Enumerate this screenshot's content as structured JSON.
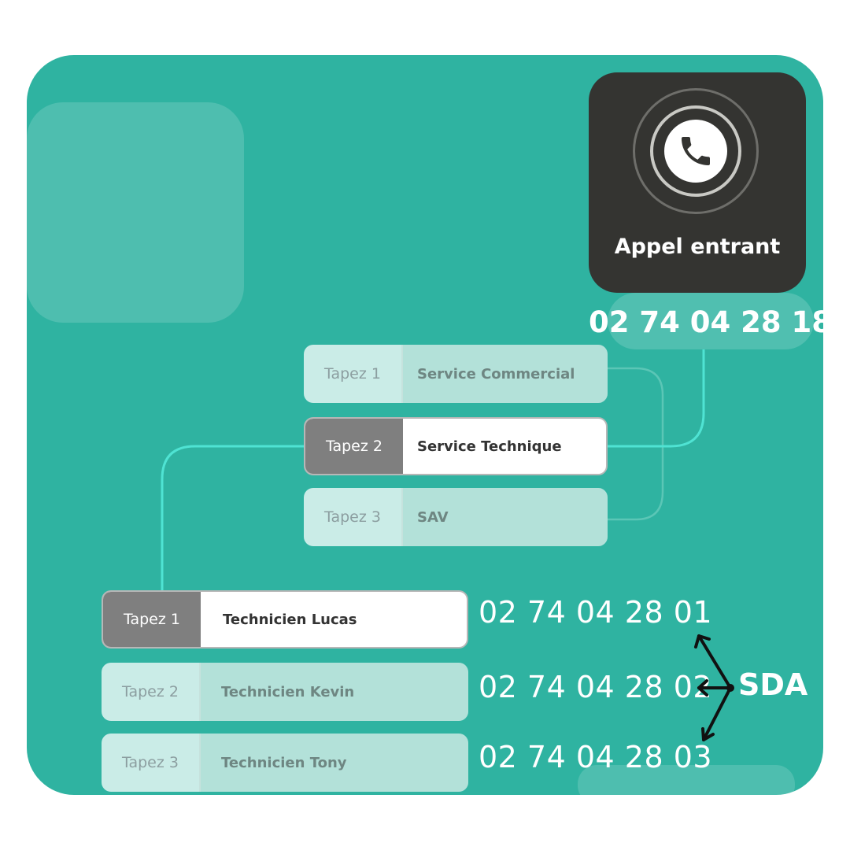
{
  "call": {
    "label": "Appel entrant",
    "icon": "phone-icon",
    "number": "02 74 04 28 18"
  },
  "menu_level1": [
    {
      "key": "Tapez 1",
      "label": "Service Commercial",
      "active": false
    },
    {
      "key": "Tapez 2",
      "label": "Service Technique",
      "active": true
    },
    {
      "key": "Tapez 3",
      "label": "SAV",
      "active": false
    }
  ],
  "menu_level2": [
    {
      "key": "Tapez 1",
      "label": "Technicien Lucas",
      "number": "02 74 04 28 01",
      "active": true
    },
    {
      "key": "Tapez 2",
      "label": "Technicien Kevin",
      "number": "02 74 04 28 02",
      "active": false
    },
    {
      "key": "Tapez 3",
      "label": "Technicien Tony",
      "number": "02 74 04 28 03",
      "active": false
    }
  ],
  "sda": {
    "label": "SDA"
  },
  "colors": {
    "background": "#2fb3a1",
    "card": "#343431",
    "connector": "#4fe3d3",
    "active_key": "#7f7f7f",
    "text_light": "#ffffff"
  }
}
